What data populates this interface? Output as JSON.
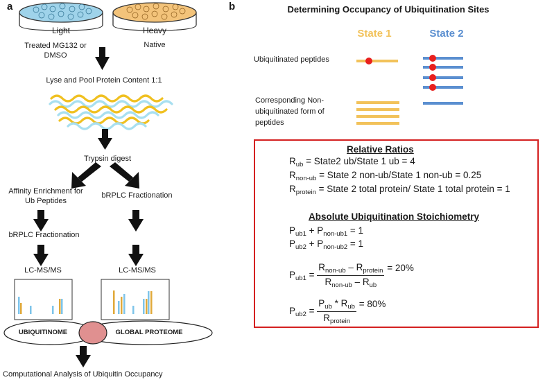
{
  "panel_a": {
    "letter": "a",
    "dish_light": "Light",
    "dish_heavy": "Heavy",
    "light_treatment": "Treated MG132 or DMSO",
    "heavy_treatment": "Native",
    "step_lyse": "Lyse and Pool Protein Content 1:1",
    "step_trypsin": "Trypsin digest",
    "left_branch": "Affinity Enrichment for Ub Peptides",
    "right_branch": "bRPLC Fractionation",
    "left_fraction": "bRPLC Fractionation",
    "left_lcms": "LC-MS/MS",
    "right_lcms": "LC-MS/MS",
    "venn_left": "UBIQUITINOME",
    "venn_right": "GLOBAL PROTEOME",
    "final_step": "Computational Analysis of Ubiquitin Occupancy",
    "colors": {
      "light_dish": "#9fd3ea",
      "heavy_dish": "#f3c37a",
      "peptide_blue": "#a8dff0",
      "peptide_gold": "#f0c020",
      "overlap": "#e09090"
    }
  },
  "panel_b": {
    "letter": "b",
    "title": "Determining Occupancy of Ubiquitination Sites",
    "state1": "State 1",
    "state2": "State 2",
    "ub_label": "Ubiquitinated peptides",
    "nonub_label": "Corresponding Non-ubiquitinated form of peptides",
    "colors": {
      "state1": "#f2c25a",
      "state2": "#5b8fd0",
      "ub_site": "#e8201e",
      "box_border": "#d42020"
    },
    "relative_heading": "Relative Ratios",
    "absolute_heading": "Absolute Ubiquitination Stoichiometry",
    "r_ub": {
      "sym": "R",
      "sub": "ub",
      "rest": " = State2 ub/State 1 ub = 4"
    },
    "r_nonub": {
      "sym": "R",
      "sub": "non-ub",
      "rest": " = State 2 non-ub/State 1 non-ub = 0.25"
    },
    "r_protein": {
      "sym": "R",
      "sub": "protein",
      "rest": " = State 2 total protein/ State 1 total protein = 1"
    },
    "eq1": {
      "a_sub": "ub1",
      "b_sub": "non-ub1",
      "rest": " = 1"
    },
    "eq2": {
      "a_sub": "ub2",
      "b_sub": "non-ub2",
      "rest": " = 1"
    },
    "pub1": {
      "lhs_sub": "ub1",
      "num_a_sub": "non-ub",
      "num_b_sub": "protein",
      "den_a_sub": "non-ub",
      "den_b_sub": "ub",
      "result": " = 20%"
    },
    "pub2": {
      "lhs_sub": "ub2",
      "num_a_sub": "ub",
      "num_b_sub": "ub",
      "den_sub": "protein",
      "result": " = 80%"
    },
    "sym_P": "P",
    "sym_R": "R",
    "op_plus": " + ",
    "op_eq": " = ",
    "op_minus": " – ",
    "op_times": " * "
  }
}
